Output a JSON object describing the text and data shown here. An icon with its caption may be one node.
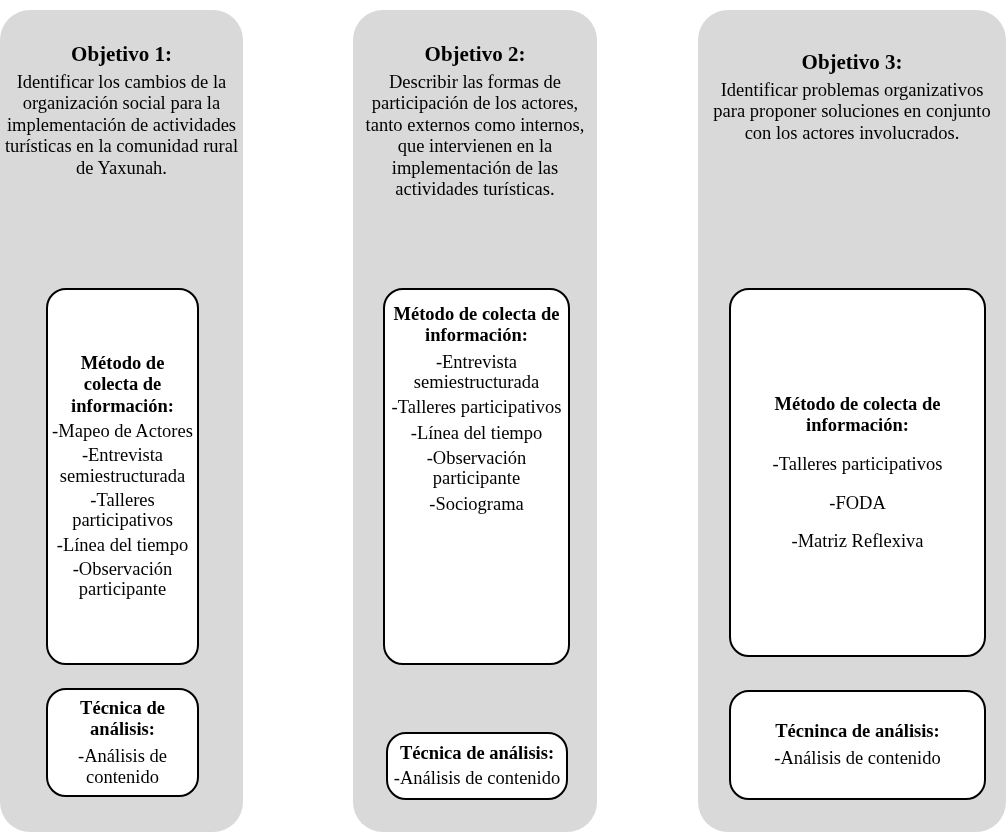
{
  "diagram": {
    "nodes": [
      {
        "text": [
          "Objetivo 1:",
          "Identificar los cambios de la organización social para la implementación de actividades turísticas en la comunidad rural de Yaxunah."
        ]
      },
      {
        "text": [
          "Método de colecta de información:",
          "-Mapeo de Actores",
          "-Entrevista semiestructurada",
          "-Talleres participativos",
          "-Línea del tiempo",
          "-Observación participante"
        ],
        "in": 0
      },
      {
        "text": [
          "Técnica de análisis:",
          "-Análisis de contenido"
        ],
        "in": 0
      },
      {
        "text": [
          "Objetivo 2:",
          "Describir las formas de participación de los actores, tanto externos como internos, que intervienen en la implementación de las actividades turísticas."
        ]
      },
      {
        "text": [
          "Método de colecta de información:",
          "-Entrevista semiestructurada",
          "-Talleres participativos",
          "-Línea del tiempo",
          "-Observación participante",
          "-Sociograma"
        ],
        "in": 3
      },
      {
        "text": [
          "Técnica de análisis:",
          "-Análisis de contenido"
        ],
        "in": 3
      },
      {
        "text": [
          "Objetivo 3:",
          "Identificar problemas organizativos para proponer soluciones en conjunto con los actores involucrados."
        ]
      },
      {
        "text": [
          "Método de colecta de información:",
          "-Talleres participativos",
          "-FODA",
          "-Matriz Reflexiva"
        ],
        "in": 6
      },
      {
        "text": [
          "Técninca de análisis:",
          "-Análisis de contenido"
        ],
        "in": 6
      }
    ]
  }
}
